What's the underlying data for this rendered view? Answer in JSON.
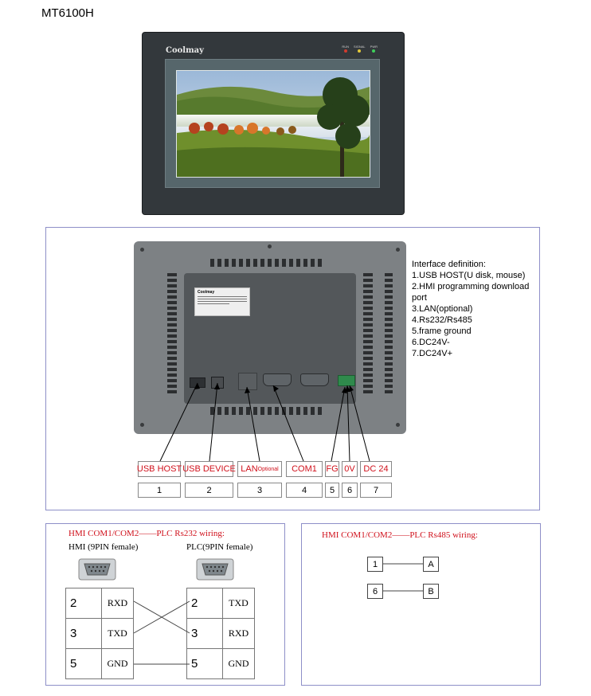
{
  "model": "MT6100H",
  "front_panel": {
    "brand": "Coolmay",
    "leds": [
      {
        "label": "RUN",
        "color": "#d23b2e"
      },
      {
        "label": "SIGNAL",
        "color": "#e3c83a"
      },
      {
        "label": "PWR",
        "color": "#3fcf5a"
      }
    ]
  },
  "rear_panel": {
    "sticker_brand": "Coolmay",
    "interface_definition": {
      "title": "Interface definition:",
      "items": [
        "1.USB HOST(U disk, mouse)",
        "2.HMI programming download",
        "port",
        "3.LAN(optional)",
        "4.Rs232/Rs485",
        "5.frame ground",
        "6.DC24V-",
        "7.DC24V+"
      ]
    },
    "port_labels": [
      {
        "label": "USB HOST",
        "number": "1"
      },
      {
        "label": "USB DEVICE",
        "number": "2"
      },
      {
        "label": "LAN",
        "label_small": "Optional",
        "number": "3"
      },
      {
        "label": "COM1",
        "number": "4"
      },
      {
        "label": "FG",
        "number": "5"
      },
      {
        "label": "0V",
        "number": "6"
      },
      {
        "label": "DC 24",
        "number": "7"
      }
    ]
  },
  "rs232": {
    "title": "HMI COM1/COM2——PLC Rs232 wiring:",
    "hmi_label": "HMI (9PIN female)",
    "plc_label": "PLC(9PIN female)",
    "hmi_pins": [
      {
        "pin": "2",
        "signal": "RXD"
      },
      {
        "pin": "3",
        "signal": "TXD"
      },
      {
        "pin": "5",
        "signal": "GND"
      }
    ],
    "plc_pins": [
      {
        "pin": "2",
        "signal": "TXD"
      },
      {
        "pin": "3",
        "signal": "RXD"
      },
      {
        "pin": "5",
        "signal": "GND"
      }
    ]
  },
  "rs485": {
    "title": "HMI COM1/COM2——PLC Rs485 wiring:",
    "pairs": [
      {
        "hmi": "1",
        "plc": "A"
      },
      {
        "hmi": "6",
        "plc": "B"
      }
    ]
  }
}
